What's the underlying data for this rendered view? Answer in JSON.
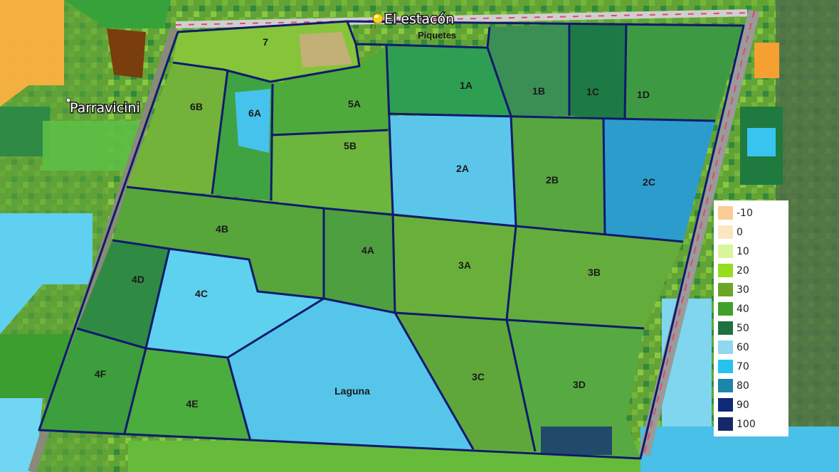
{
  "place_labels": {
    "town": "Parravicini",
    "station": "El estacón",
    "sub_station": "Piquetes"
  },
  "paddocks": [
    {
      "id": "p7",
      "label": "7"
    },
    {
      "id": "p6b",
      "label": "6B"
    },
    {
      "id": "p6a",
      "label": "6A"
    },
    {
      "id": "p5a",
      "label": "5A"
    },
    {
      "id": "p5b",
      "label": "5B"
    },
    {
      "id": "p1a",
      "label": "1A"
    },
    {
      "id": "p1b",
      "label": "1B"
    },
    {
      "id": "p1c",
      "label": "1C"
    },
    {
      "id": "p1d",
      "label": "1D"
    },
    {
      "id": "p2a",
      "label": "2A"
    },
    {
      "id": "p2b",
      "label": "2B"
    },
    {
      "id": "p2c",
      "label": "2C"
    },
    {
      "id": "p4b",
      "label": "4B"
    },
    {
      "id": "p4a",
      "label": "4A"
    },
    {
      "id": "p3a",
      "label": "3A"
    },
    {
      "id": "p3b",
      "label": "3B"
    },
    {
      "id": "p4d",
      "label": "4D"
    },
    {
      "id": "p4c",
      "label": "4C"
    },
    {
      "id": "p4f",
      "label": "4F"
    },
    {
      "id": "p4e",
      "label": "4E"
    },
    {
      "id": "laguna",
      "label": "Laguna"
    },
    {
      "id": "p3c",
      "label": "3C"
    },
    {
      "id": "p3d",
      "label": "3D"
    }
  ],
  "legend": [
    {
      "label": "-10",
      "color": "#f9cd95"
    },
    {
      "label": "0",
      "color": "#fbe6c4"
    },
    {
      "label": "10",
      "color": "#d7f59a"
    },
    {
      "label": "20",
      "color": "#95dd1e"
    },
    {
      "label": "30",
      "color": "#6aa726"
    },
    {
      "label": "40",
      "color": "#3fa12c"
    },
    {
      "label": "50",
      "color": "#1e7240"
    },
    {
      "label": "60",
      "color": "#8fd8ee"
    },
    {
      "label": "70",
      "color": "#26c3ef"
    },
    {
      "label": "80",
      "color": "#1b86aa"
    },
    {
      "label": "90",
      "color": "#0f2a78"
    },
    {
      "label": "100",
      "color": "#15296a"
    }
  ],
  "colors": {
    "boundary": "#0f1a6e",
    "road": "#e2486b",
    "pin": "#f4d316"
  }
}
